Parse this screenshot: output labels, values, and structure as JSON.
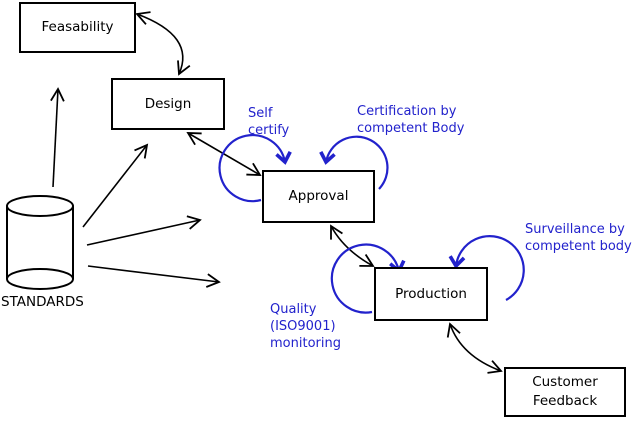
{
  "diagram": {
    "nodes": {
      "feasability": {
        "label": "Feasability"
      },
      "design": {
        "label": "Design"
      },
      "approval": {
        "label": "Approval"
      },
      "production": {
        "label": "Production"
      },
      "customer_feedback": {
        "label": "Customer\nFeedback"
      },
      "standards": {
        "label": "STANDARDS",
        "shape": "cylinder"
      }
    },
    "annotations": {
      "self_certify": "Self\ncertify",
      "certification": "Certification by\ncompetent Body",
      "surveillance": "Surveillance by\ncompetent body",
      "quality": "Quality\n(ISO9001)\nmonitoring"
    },
    "edges": [
      {
        "from": "standards",
        "to": "feasability",
        "type": "arrow"
      },
      {
        "from": "standards",
        "to": "design",
        "type": "arrow"
      },
      {
        "from": "standards",
        "to": "approval",
        "type": "arrow"
      },
      {
        "from": "standards",
        "to": "production",
        "type": "arrow"
      },
      {
        "from": "feasability",
        "to": "design",
        "type": "double-arrow"
      },
      {
        "from": "design",
        "to": "approval",
        "type": "double-arrow"
      },
      {
        "from": "approval",
        "to": "production",
        "type": "double-arrow"
      },
      {
        "from": "production",
        "to": "customer_feedback",
        "type": "double-arrow"
      },
      {
        "node": "approval",
        "type": "self-loop",
        "side": "left",
        "label": "Self certify"
      },
      {
        "node": "approval",
        "type": "self-loop",
        "side": "right",
        "label": "Certification by competent Body"
      },
      {
        "node": "production",
        "type": "self-loop",
        "side": "left",
        "label": "Quality (ISO9001) monitoring"
      },
      {
        "node": "production",
        "type": "self-loop",
        "side": "right",
        "label": "Surveillance by competent body"
      }
    ],
    "colors": {
      "annotation_blue": "#2222cc",
      "line_black": "#000000",
      "background": "#ffffff"
    }
  }
}
